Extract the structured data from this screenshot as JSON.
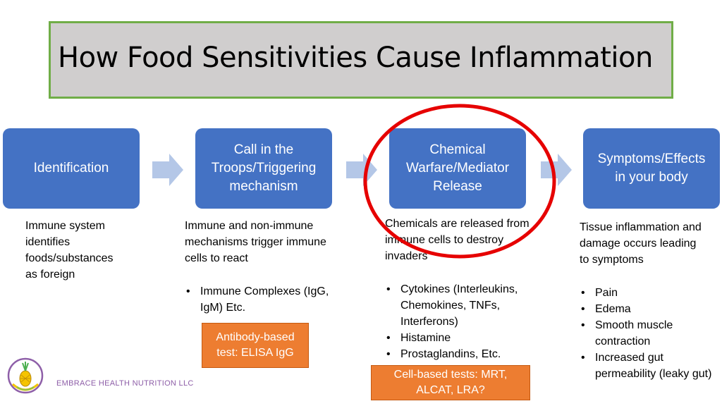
{
  "title": "How Food Sensitivities Cause Inflammation",
  "steps": [
    {
      "lines": [
        "Identification"
      ],
      "description": [
        "Immune system",
        "identifies",
        "foods/substances",
        "as foreign"
      ],
      "bullets": []
    },
    {
      "lines": [
        "Call in the",
        "Troops/Triggering",
        "mechanism"
      ],
      "description": [
        "Immune and non-immune",
        "mechanisms trigger immune",
        "cells to react"
      ],
      "bullets": [
        "Immune Complexes (IgG, IgM) Etc."
      ],
      "test": [
        "Antibody-based",
        "test: ELISA IgG"
      ]
    },
    {
      "lines": [
        "Chemical",
        "Warfare/Mediator",
        "Release"
      ],
      "description": [
        "Chemicals are released from",
        "immune cells to destroy",
        "invaders"
      ],
      "bullets": [
        "Cytokines (Interleukins, Chemokines, TNFs, Interferons)",
        "Histamine",
        "Prostaglandins, Etc."
      ],
      "test": [
        "Cell-based tests: MRT,",
        "ALCAT, LRA?"
      ]
    },
    {
      "lines": [
        "Symptoms/Effects",
        "in your body"
      ],
      "description": [
        "Tissue inflammation and",
        "damage occurs leading",
        "to symptoms"
      ],
      "bullets": [
        "Pain",
        "Edema",
        "Smooth muscle contraction",
        "Increased gut permeability (leaky gut)"
      ]
    }
  ],
  "company": "EMBRACE HEALTH NUTRITION LLC",
  "colors": {
    "step_fill": "#4472c4",
    "arrow_fill": "#b4c7e7",
    "title_fill": "#d0cece",
    "title_border": "#70ad47",
    "test_fill": "#ed7d31",
    "highlight_circle": "#e60000"
  }
}
